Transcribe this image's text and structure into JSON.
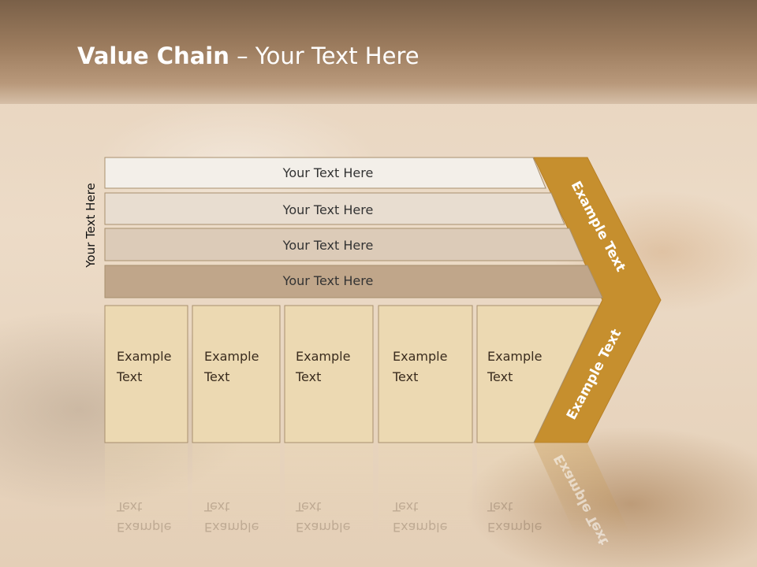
{
  "title": {
    "bold": "Value Chain",
    "rest": " – Your Text Here"
  },
  "side_label": "Your Text Here",
  "rows": [
    {
      "label": "Your Text Here",
      "fill": "#f3efe9"
    },
    {
      "label": "Your Text Here",
      "fill": "#e8ddd0"
    },
    {
      "label": "Your Text Here",
      "fill": "#dccbb8"
    },
    {
      "label": "Your Text Here",
      "fill": "#c0a68a"
    }
  ],
  "columns": [
    {
      "line1": "Example",
      "line2": "Text"
    },
    {
      "line1": "Example",
      "line2": "Text"
    },
    {
      "line1": "Example",
      "line2": "Text"
    },
    {
      "line1": "Example",
      "line2": "Text"
    },
    {
      "line1": "Example",
      "line2": "Text"
    }
  ],
  "chevron": {
    "upper_label": "Example Text",
    "lower_label": "Example Text",
    "color": "#c68f2e"
  },
  "colors": {
    "column_fill": "#ecd9b2",
    "column_stroke": "#a8906e"
  }
}
